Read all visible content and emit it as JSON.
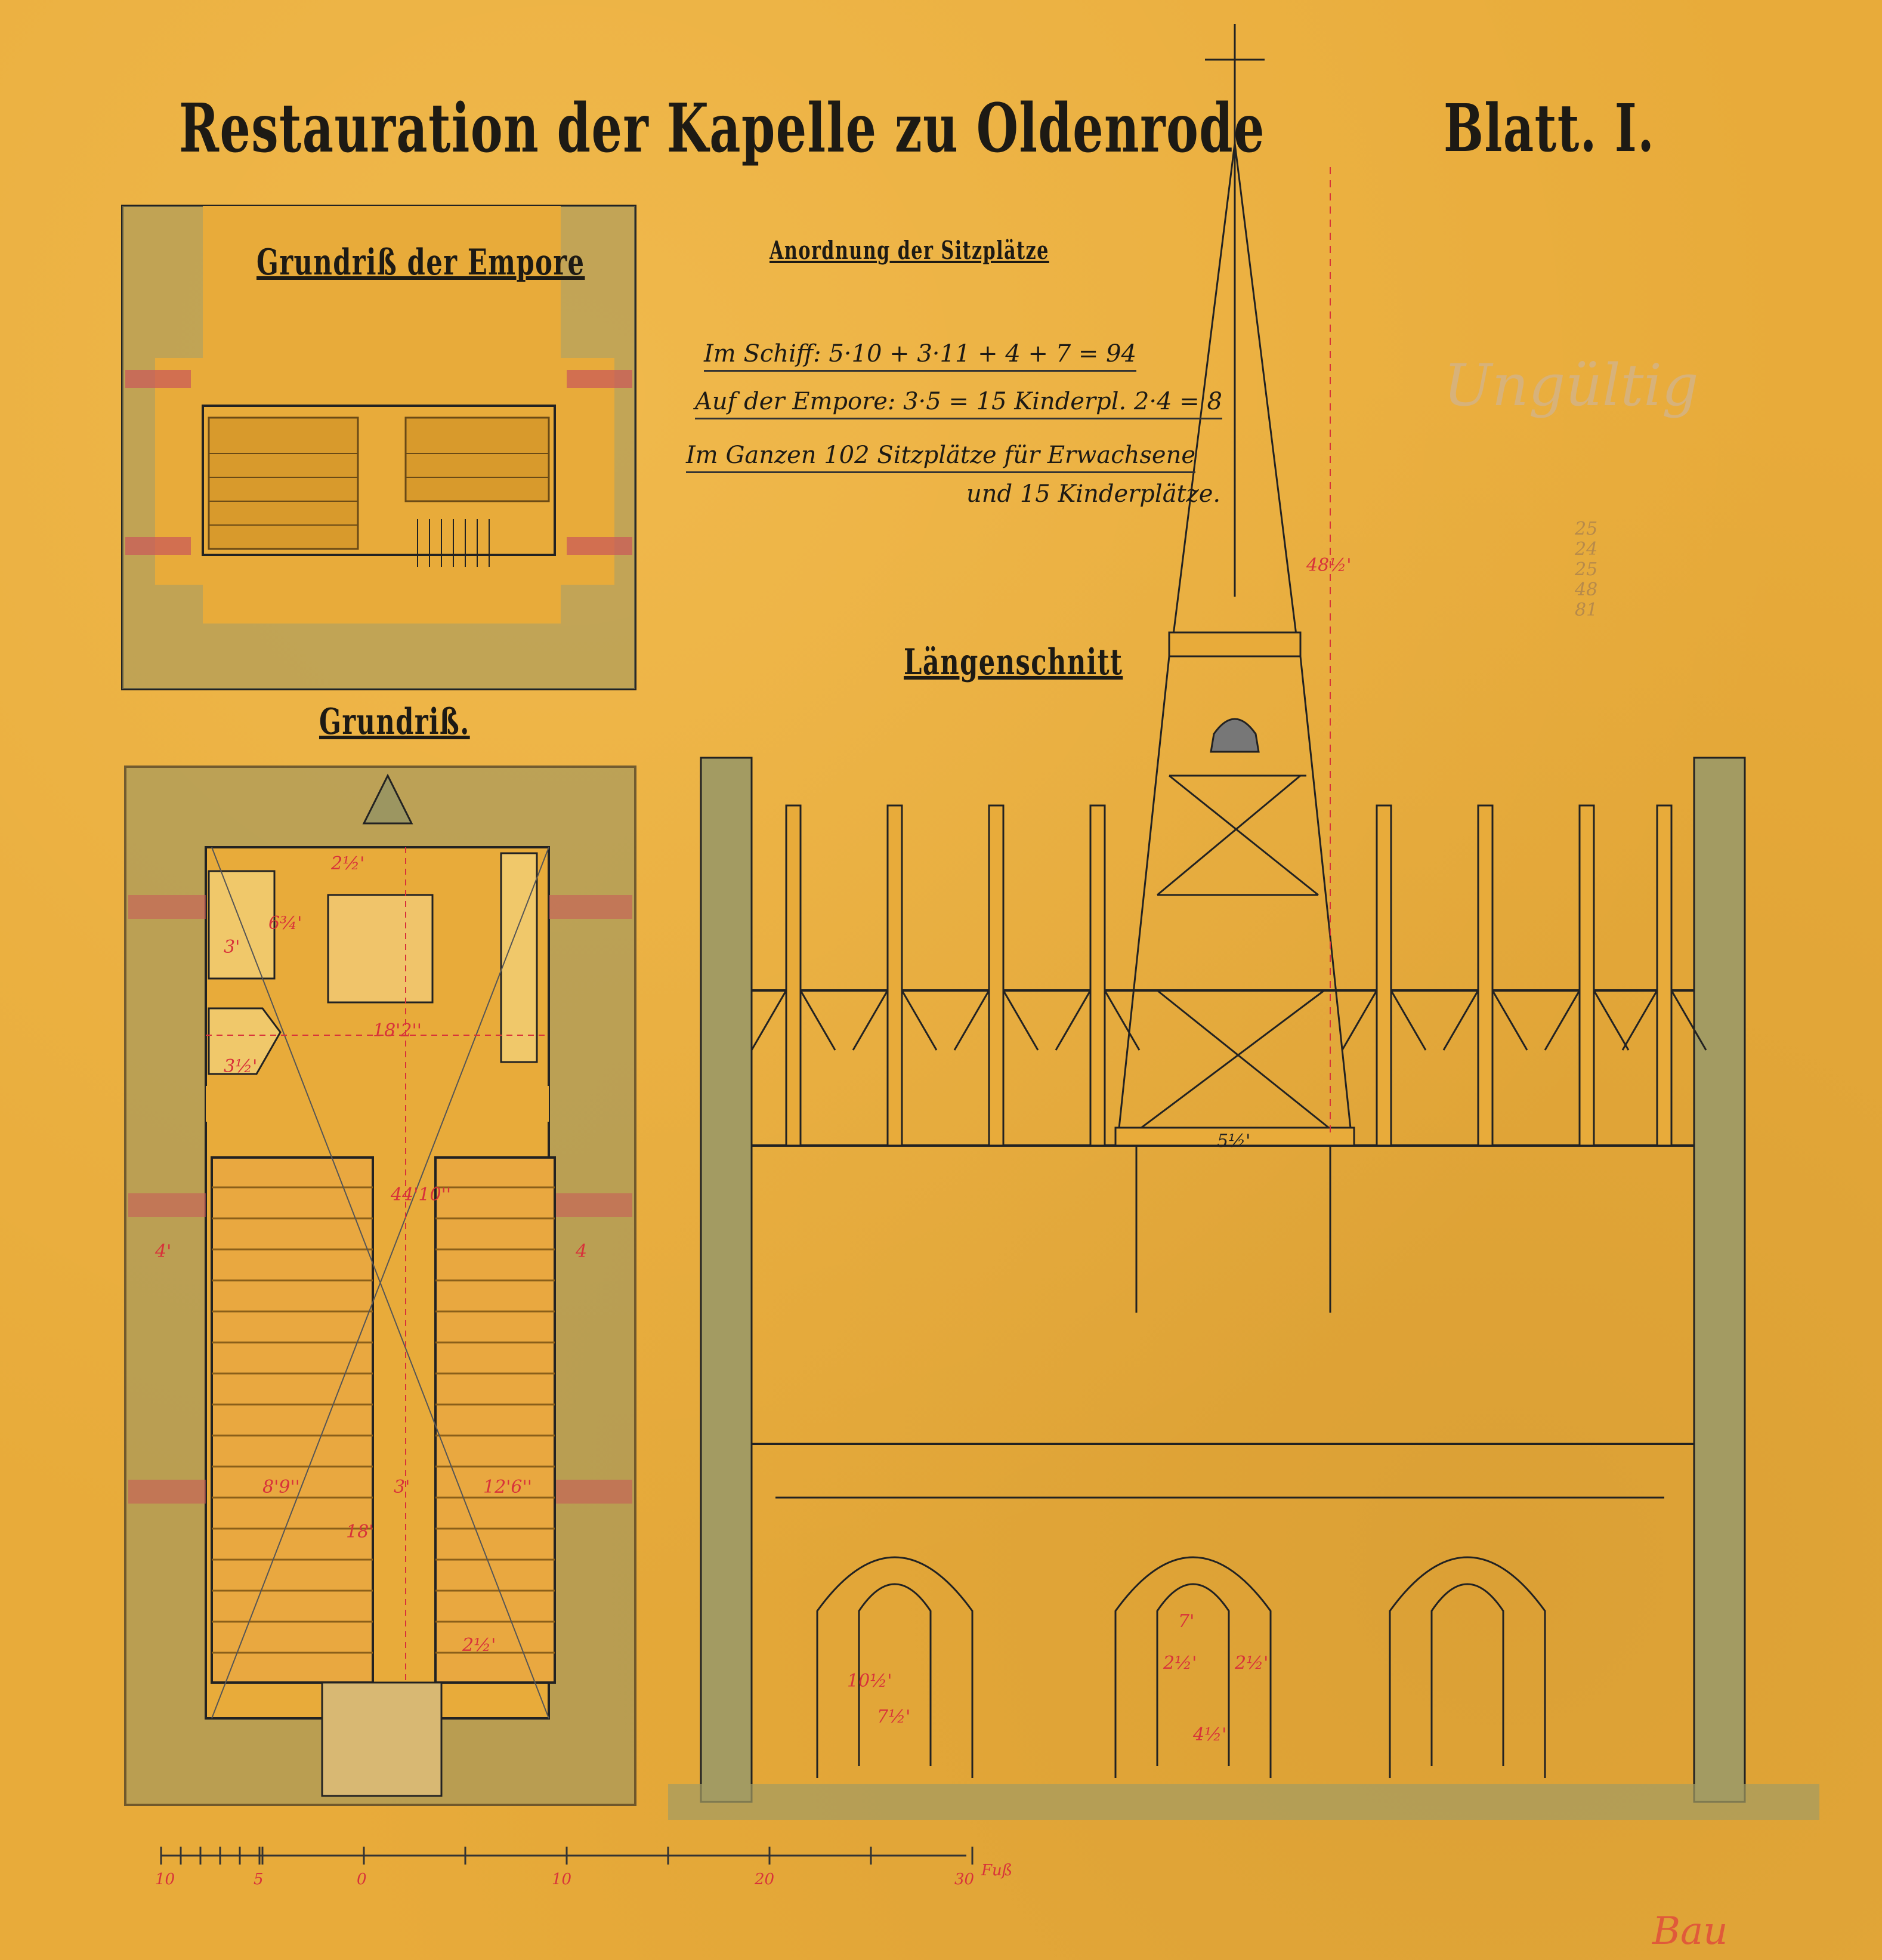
{
  "header": {
    "title": "Restauration der Kapelle zu Oldenrode",
    "sheet_no": "Blatt. I."
  },
  "labels": {
    "empore": "Grundriß der Empore",
    "grundriss": "Grundriß.",
    "laengsschnitt": "Längenschnitt"
  },
  "seating": {
    "heading": "Anordnung der Sitzplätze",
    "line1": "Im Schiff: 5·10 + 3·11 + 4 + 7 = 94",
    "line2": "Auf der Empore: 3·5 = 15 Kinderpl. 2·4 = 8",
    "line3": "Im Ganzen 102 Sitzplätze für Erwachsene",
    "line4": "und 15 Kinderplätze."
  },
  "pencil": {
    "note": "Ungültig",
    "calc": [
      "25",
      "24",
      "25",
      "48",
      "81"
    ]
  },
  "dimensions": {
    "spire_height": "48½'",
    "plan_width": "18'2''",
    "plan_length": "44'10''",
    "side_left": "4'",
    "side_right": "4",
    "pew_left": "8'9''",
    "aisle": "3'",
    "pew_right": "12'6''",
    "inner_width": "18'",
    "choir_small": "2½'",
    "choir_depth": "6¾'",
    "choir_a": "3'",
    "choir_b": "3½'",
    "stair": "2½'",
    "tower_base": "5½'",
    "win_height": "7'",
    "win_w1": "2½'",
    "win_w2": "2½'",
    "win_sill": "4½'",
    "gallery_h": "10½'",
    "gallery_w": "7½'"
  },
  "scale_bar": {
    "ticks": [
      "10",
      "5",
      "0",
      "10",
      "20",
      "30"
    ],
    "unit": "Fuß"
  },
  "signature": "Bau"
}
